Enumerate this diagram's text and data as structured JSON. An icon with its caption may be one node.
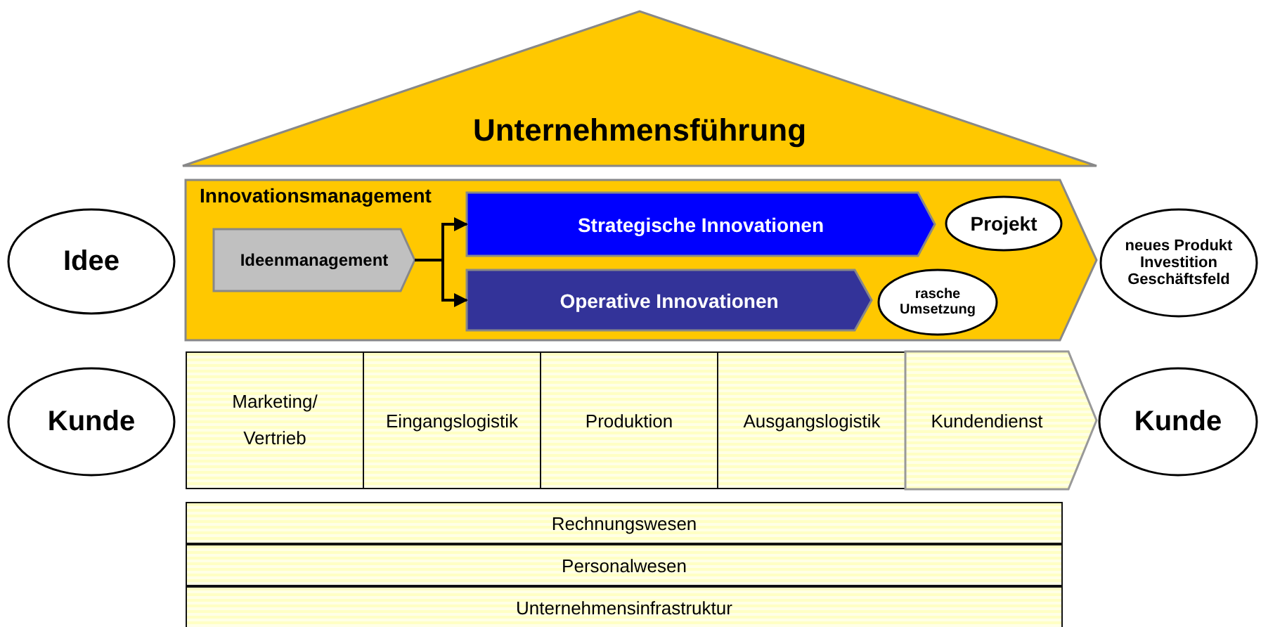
{
  "diagram": {
    "nodes": [
      {
        "text": [
          "Unternehmensführung"
        ]
      },
      {
        "text": [
          "Idee"
        ]
      },
      {
        "text": [
          "Innovationsmanagement"
        ]
      },
      {
        "text": [
          "Ideenmanagement"
        ],
        "in": 2
      },
      {
        "text": [
          "Strategische Innovationen"
        ],
        "in": 2
      },
      {
        "text": [
          "Projekt"
        ],
        "in": 2
      },
      {
        "text": [
          "Operative Innovationen"
        ],
        "in": 2
      },
      {
        "text": [
          "rasche Umsetzung"
        ],
        "in": 2
      },
      {
        "text": [
          "neues Produkt Investition Geschäftsfeld"
        ]
      },
      {
        "text": [
          "Kunde"
        ]
      },
      {
        "text": [
          "Marketing/ Vertrieb"
        ]
      },
      {
        "text": [
          "Eingangslogistik"
        ]
      },
      {
        "text": [
          "Produktion"
        ]
      },
      {
        "text": [
          "Ausgangslogistik"
        ]
      },
      {
        "text": [
          "Kundendienst"
        ]
      },
      {
        "text": [
          "Kunde"
        ]
      },
      {
        "text": [
          "Rechnungswesen"
        ]
      },
      {
        "text": [
          "Personalwesen"
        ]
      },
      {
        "text": [
          "Unternehmensinfrastruktur"
        ]
      }
    ],
    "edges": [
      {
        "from": 3,
        "to": 4,
        "arrow": "to"
      },
      {
        "from": 3,
        "to": 6,
        "arrow": "to"
      }
    ]
  }
}
